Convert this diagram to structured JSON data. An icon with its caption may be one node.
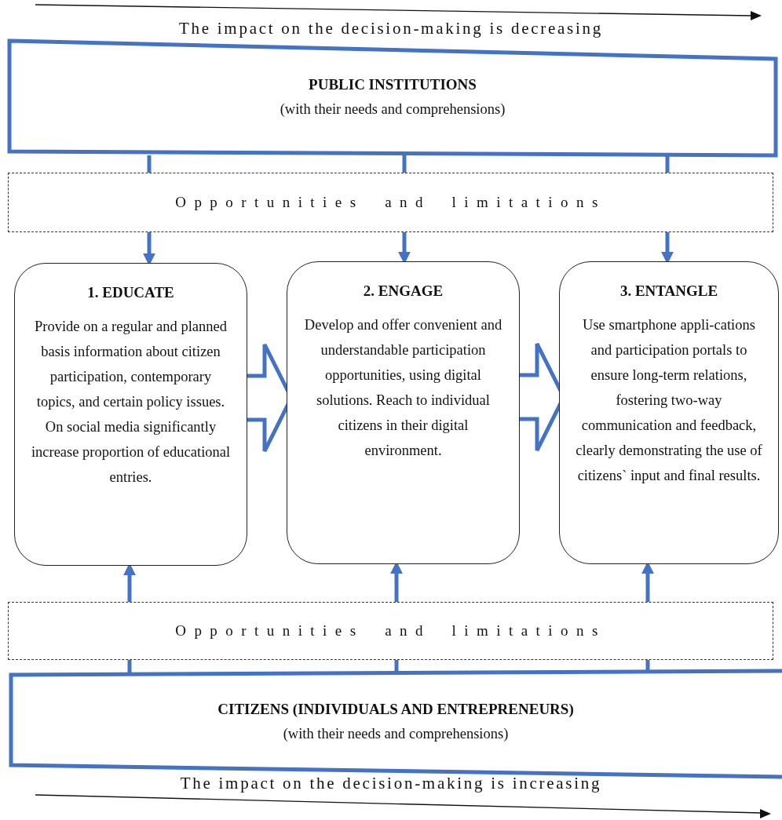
{
  "diagram": {
    "nodes": [
      {
        "text": [
          "PUBLIC INSTITUTIONS",
          "(with their needs and comprehensions)"
        ]
      },
      {
        "text": [
          "Opportunities and limitations"
        ]
      },
      {
        "text": [
          "1. EDUCATE",
          "Provide on a regular and planned basis information about citizen participation, contemporary topics, and certain policy issues. On social media significantly increase proportion of educational entries."
        ]
      },
      {
        "text": [
          "2. ENGAGE",
          "Develop and offer convenient and understandable participation opportunities, using digital solutions. Reach to individual citizens in their digital environment."
        ]
      },
      {
        "text": [
          "3. ENTANGLE",
          "Use smartphone appli-cations and participation portals to ensure long-term relations, fostering two-way communication and feedback, clearly demonstrating the use of citizens` input and final results."
        ]
      },
      {
        "text": [
          "Opportunities and limitations"
        ]
      },
      {
        "text": [
          "CITIZENS (INDIVIDUALS AND ENTREPRENEURS)",
          "(with their needs and comprehensions)"
        ]
      }
    ],
    "edges": [
      {
        "from": 0,
        "to": 1,
        "arrow": "none"
      },
      {
        "from": 0,
        "to": 1,
        "arrow": "none"
      },
      {
        "from": 0,
        "to": 1,
        "arrow": "none"
      },
      {
        "from": 1,
        "to": 2,
        "arrow": "to"
      },
      {
        "from": 1,
        "to": 3,
        "arrow": "to"
      },
      {
        "from": 1,
        "to": 4,
        "arrow": "to"
      },
      {
        "from": 2,
        "to": 3,
        "arrow": "to",
        "style": "thick"
      },
      {
        "from": 3,
        "to": 4,
        "arrow": "to",
        "style": "thick"
      },
      {
        "from": 6,
        "to": 5,
        "arrow": "none"
      },
      {
        "from": 6,
        "to": 5,
        "arrow": "none"
      },
      {
        "from": 6,
        "to": 5,
        "arrow": "none"
      },
      {
        "from": 5,
        "to": 2,
        "arrow": "to"
      },
      {
        "from": 5,
        "to": 3,
        "arrow": "to"
      },
      {
        "from": 5,
        "to": 4,
        "arrow": "to"
      }
    ],
    "labels": [
      "The impact on the decision-making is decreasing",
      "The impact on the decision-making is increasing"
    ]
  }
}
